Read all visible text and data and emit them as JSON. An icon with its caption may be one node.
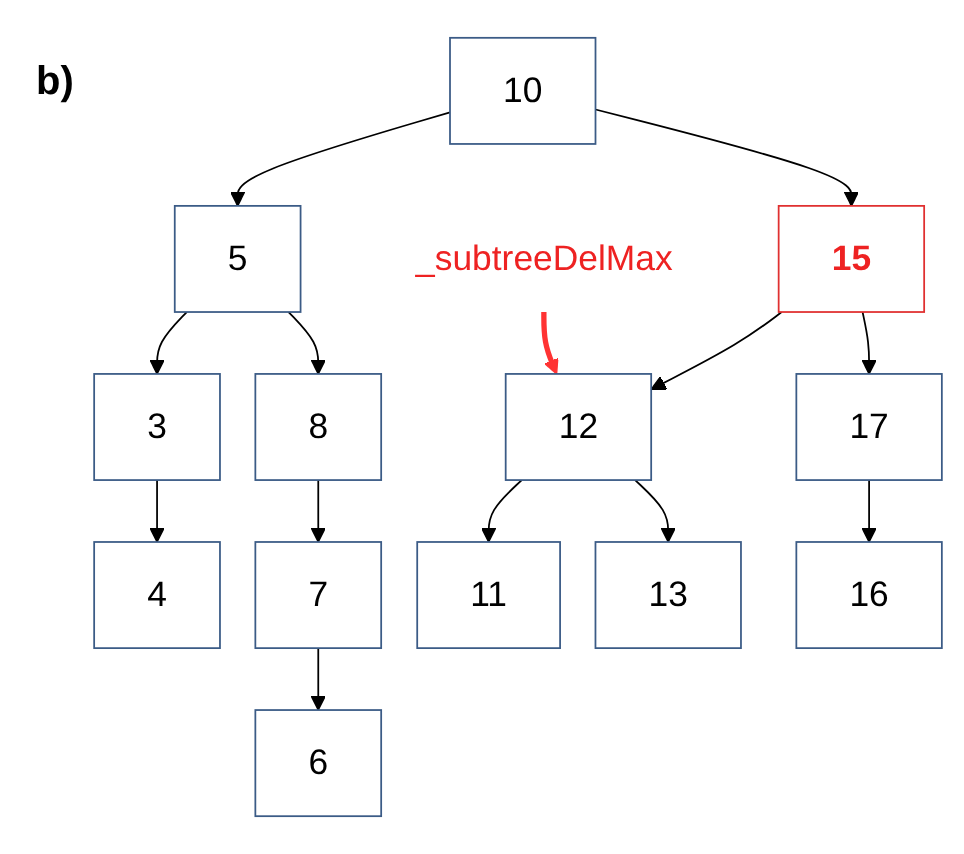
{
  "diagram": {
    "nodes": [
      {
        "text": [
          "10"
        ]
      },
      {
        "text": [
          "5"
        ]
      },
      {
        "text": [
          "_subtreeDelMax"
        ]
      },
      {
        "text": [
          "15"
        ]
      },
      {
        "text": [
          "3"
        ]
      },
      {
        "text": [
          "8"
        ]
      },
      {
        "text": [
          "12"
        ]
      },
      {
        "text": [
          "17"
        ]
      },
      {
        "text": [
          "4"
        ]
      },
      {
        "text": [
          "7"
        ]
      },
      {
        "text": [
          "11"
        ]
      },
      {
        "text": [
          "13"
        ]
      },
      {
        "text": [
          "16"
        ]
      },
      {
        "text": [
          "6"
        ]
      }
    ],
    "edges": [
      {
        "from": 0,
        "to": 1,
        "arrow": "to"
      },
      {
        "from": 0,
        "to": 3,
        "arrow": "to"
      },
      {
        "from": 1,
        "to": 4,
        "arrow": "to"
      },
      {
        "from": 1,
        "to": 5,
        "arrow": "to"
      },
      {
        "from": 2,
        "to": 6,
        "arrow": "to",
        "style": "thick",
        "color": "#ff3333"
      },
      {
        "from": 3,
        "to": 6,
        "arrow": "to"
      },
      {
        "from": 3,
        "to": 7,
        "arrow": "to"
      },
      {
        "from": 4,
        "to": 8,
        "arrow": "to"
      },
      {
        "from": 5,
        "to": 9,
        "arrow": "to"
      },
      {
        "from": 6,
        "to": 10,
        "arrow": "to"
      },
      {
        "from": 6,
        "to": 11,
        "arrow": "to"
      },
      {
        "from": 7,
        "to": 12,
        "arrow": "to"
      },
      {
        "from": 9,
        "to": 13,
        "arrow": "to"
      }
    ],
    "labels": [
      "b)"
    ]
  }
}
